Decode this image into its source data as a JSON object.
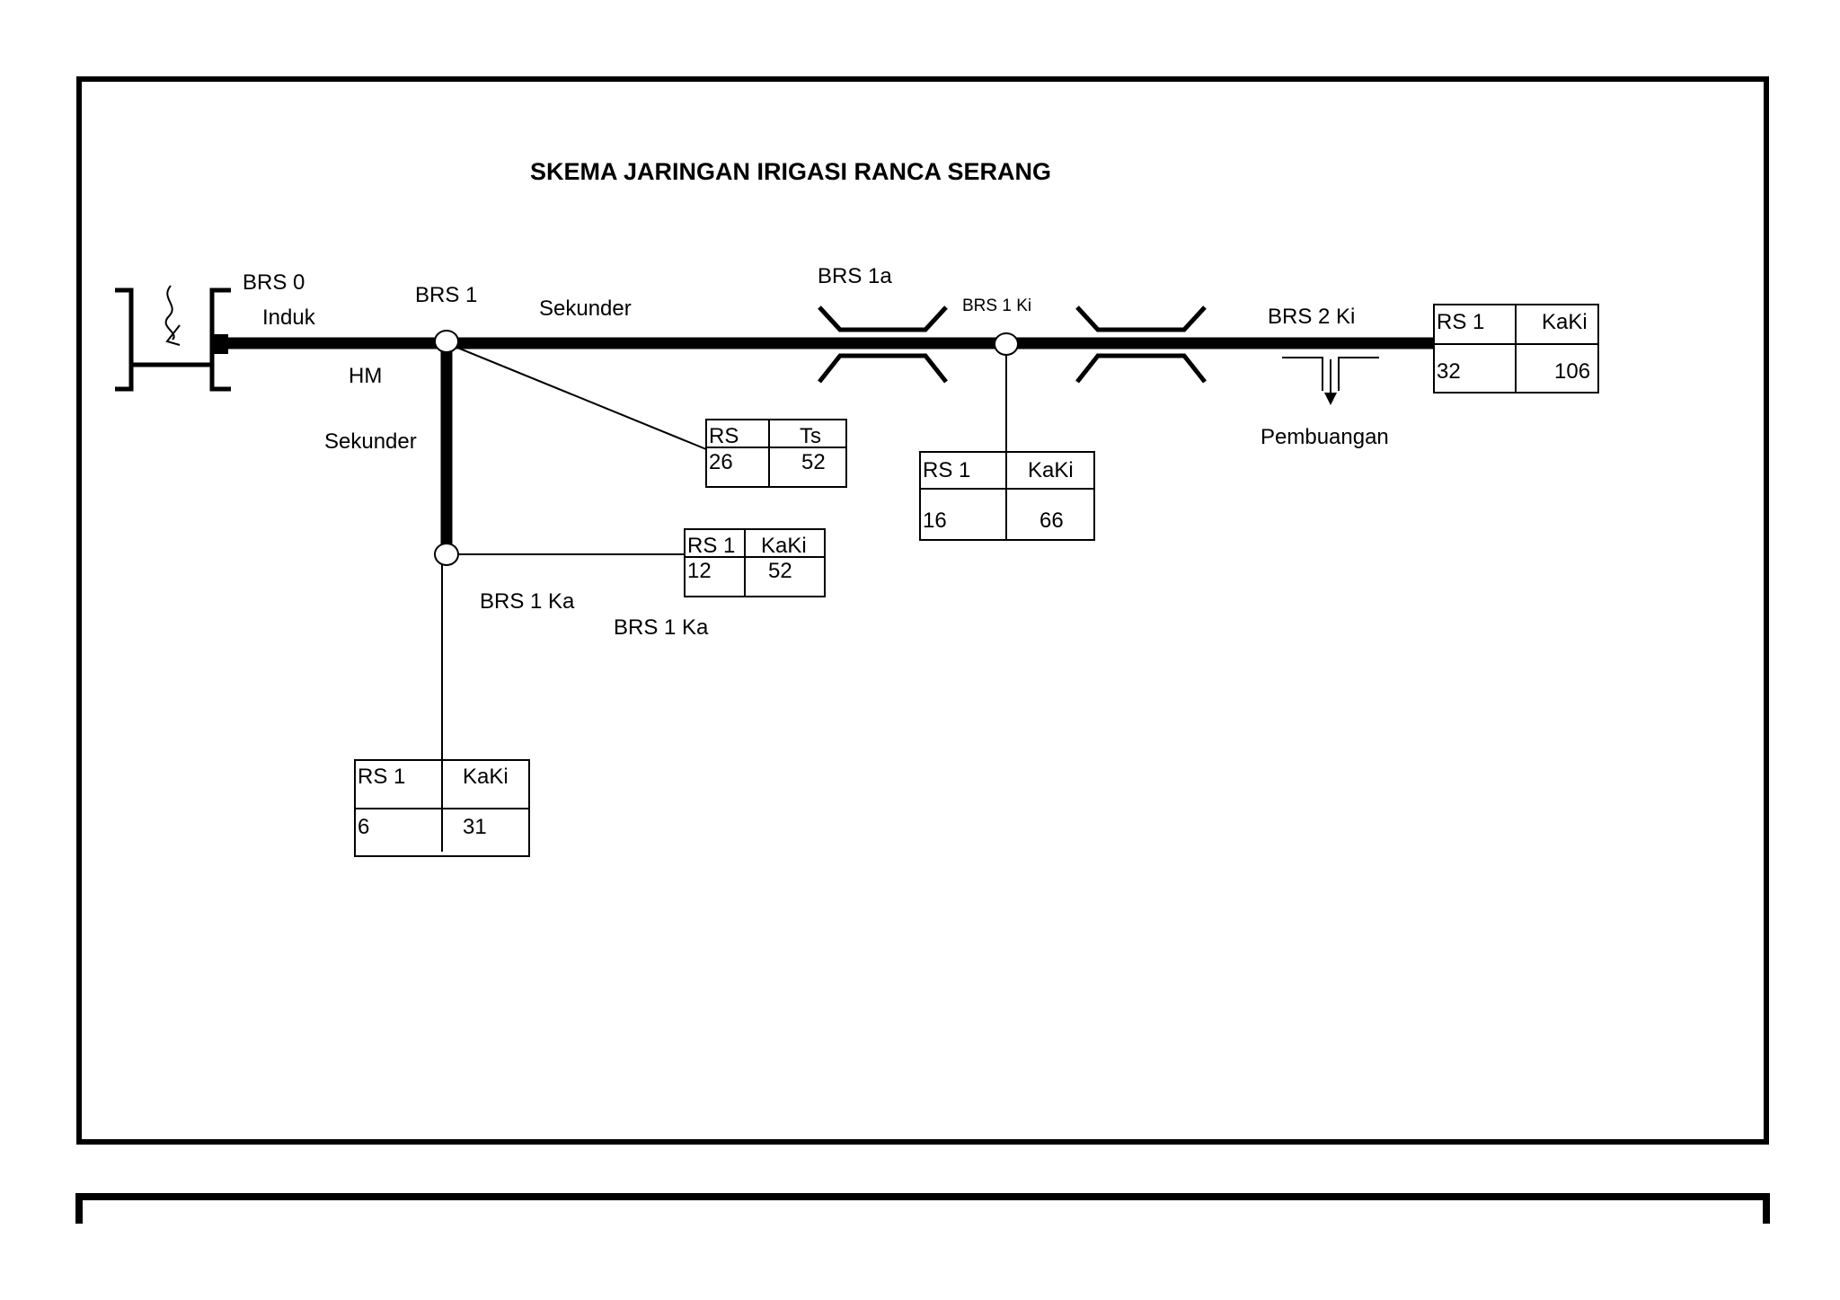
{
  "title": "SKEMA JARINGAN IRIGASI RANCA SERANG",
  "labels": {
    "brs0": "BRS 0",
    "induk": "Induk",
    "hm": "HM",
    "brs1": "BRS 1",
    "sekunder_main": "Sekunder",
    "sekunder_branch": "Sekunder",
    "brs1a": "BRS 1a",
    "brs1ki": "BRS 1 Ki",
    "brs2ki": "BRS 2 Ki",
    "pembuangan": "Pembuangan",
    "brs1ka_a": "BRS 1 Ka",
    "brs1ka_b": "BRS 1 Ka"
  },
  "tables": {
    "rs_ts": {
      "h1": "RS",
      "h2": "Ts",
      "v1": "26",
      "v2": "52"
    },
    "rs1_kaki_ka": {
      "h1": "RS 1",
      "h2": "KaKi",
      "v1": "12",
      "v2": "52"
    },
    "rs1_kaki_ki": {
      "h1": "RS 1",
      "h2": "KaKi",
      "v1": "16",
      "v2": "66"
    },
    "rs1_kaki_end": {
      "h1": "RS 1",
      "h2": "KaKi",
      "v1": "32",
      "v2": "106"
    },
    "rs1_kaki_bottom": {
      "h1": "RS 1",
      "h2": "KaKi",
      "v1": "6",
      "v2": "31"
    }
  }
}
